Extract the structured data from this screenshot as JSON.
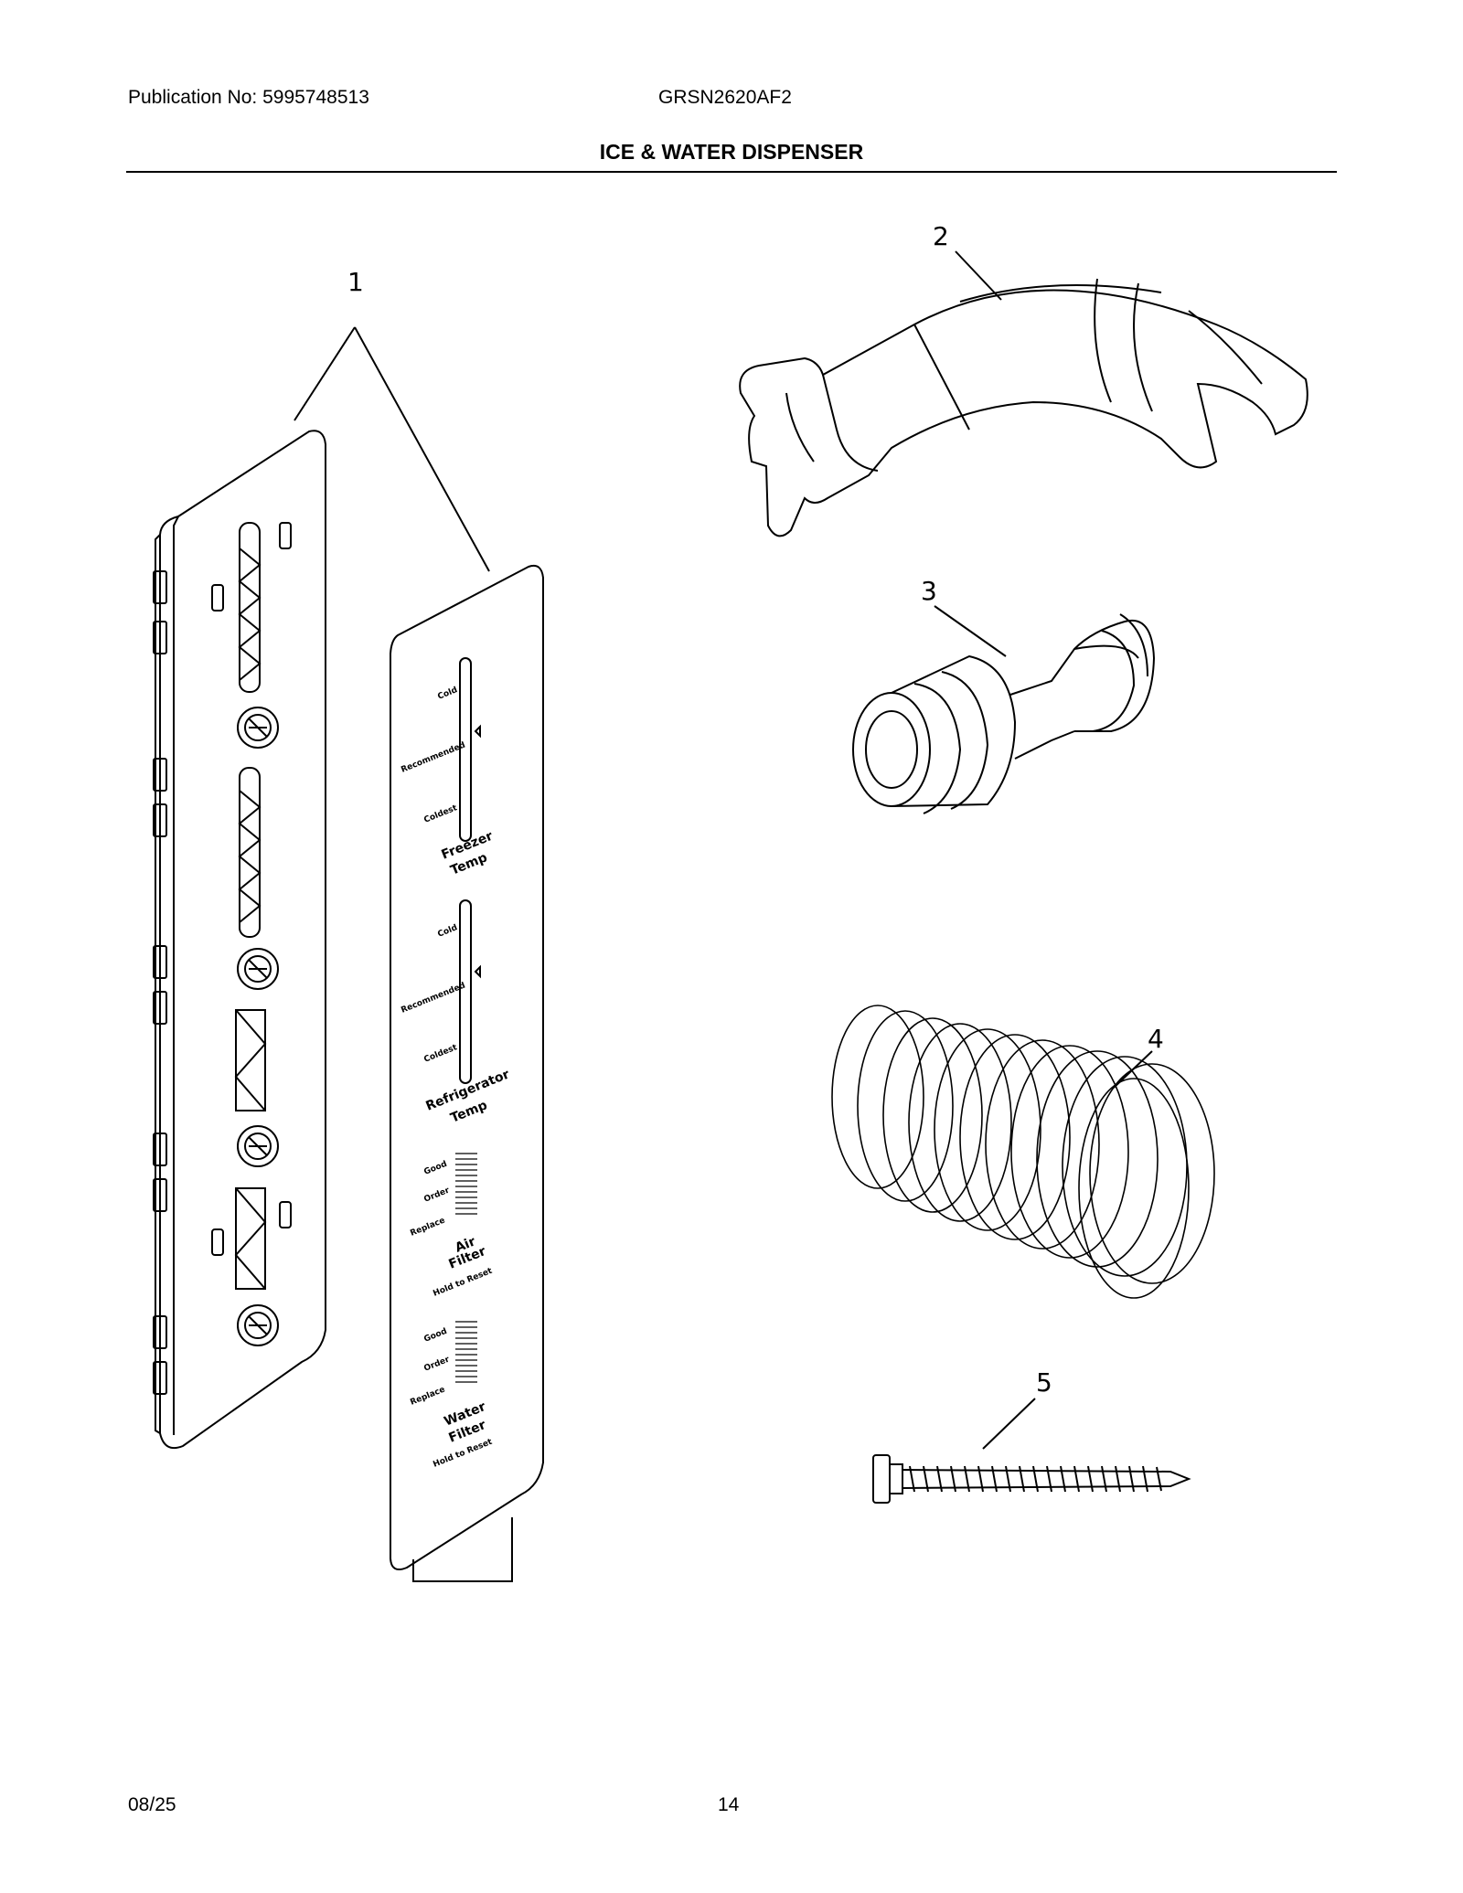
{
  "header": {
    "publication": "Publication No: 5995748513",
    "model": "GRSN2620AF2",
    "section_title": "ICE & WATER DISPENSER"
  },
  "callouts": [
    "1",
    "2",
    "3",
    "4",
    "5"
  ],
  "overlay_text": {
    "cold": "Cold",
    "recommended": "Recommended",
    "coldest": "Coldest",
    "freezer": "Freezer",
    "temp": "Temp",
    "refrigerator": "Refrigerator",
    "good": "Good",
    "order": "Order",
    "replace": "Replace",
    "air": "Air",
    "water": "Water",
    "filter": "Filter",
    "hold_reset": "Hold to Reset"
  },
  "footer": {
    "date": "08/25",
    "page_number": "14"
  }
}
